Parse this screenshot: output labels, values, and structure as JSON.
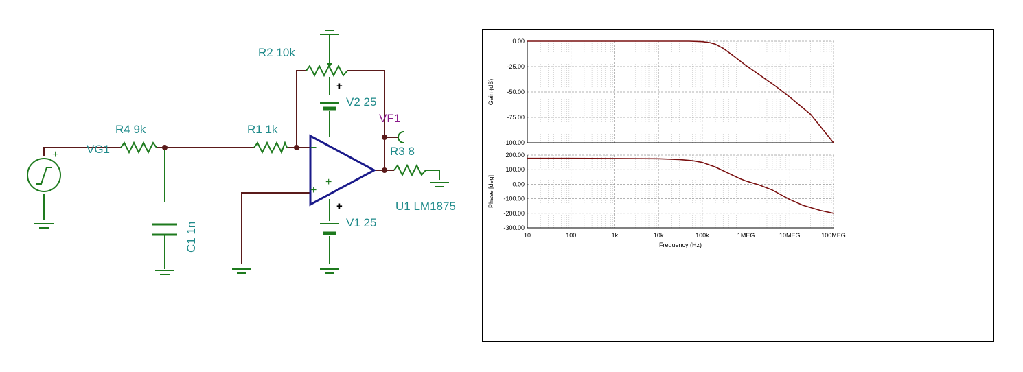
{
  "schematic": {
    "labels": {
      "r4": "R4 9k",
      "vg1": "VG1",
      "r1": "R1 1k",
      "r2": "R2 10k",
      "v2": "V2 25",
      "vf1": "VF1",
      "r3": "R3 8",
      "u1": "U1 LM1875",
      "v1": "V1 25",
      "c1": "C1 1n"
    },
    "colors": {
      "wire": "#5a1a1a",
      "component": "#1e7a1e",
      "label": "#1f8a8a",
      "probe": "#8a1a8a",
      "opamp": "#1a1a8a"
    }
  },
  "chart_data": [
    {
      "type": "line",
      "ylabel": "Gain (dB)",
      "x_scale": "log",
      "xlim": [
        10,
        100000000
      ],
      "ylim": [
        -100,
        0
      ],
      "y_ticks": [
        "0.00",
        "-25.00",
        "-50.00",
        "-75.00",
        "-100.00"
      ],
      "grid": true,
      "series": [
        {
          "color": "#7a1010",
          "x": [
            10,
            100,
            1000,
            10000,
            50000,
            100000,
            150000,
            200000,
            300000,
            500000,
            1000000,
            2000000,
            5000000,
            10000000,
            30000000,
            100000000
          ],
          "y": [
            0,
            0,
            0,
            0,
            0,
            -0.5,
            -1.5,
            -3,
            -7,
            -14,
            -24,
            -33,
            -45,
            -55,
            -72,
            -100
          ]
        }
      ]
    },
    {
      "type": "line",
      "ylabel": "Phase [deg]",
      "xlabel": "Frequency (Hz)",
      "x_scale": "log",
      "xlim": [
        10,
        100000000
      ],
      "ylim": [
        -300,
        200
      ],
      "y_ticks": [
        "200.00",
        "100.00",
        "0.00",
        "-100.00",
        "-200.00",
        "-300.00"
      ],
      "x_ticks": [
        "10",
        "100",
        "1k",
        "10k",
        "100k",
        "1MEG",
        "10MEG",
        "100MEG"
      ],
      "grid": true,
      "series": [
        {
          "color": "#7a1010",
          "x": [
            10,
            100,
            1000,
            10000,
            30000,
            60000,
            100000,
            200000,
            400000,
            700000,
            1000000,
            2000000,
            4000000,
            7000000,
            10000000,
            20000000,
            50000000,
            100000000
          ],
          "y": [
            178,
            178,
            177,
            175,
            170,
            162,
            150,
            118,
            75,
            40,
            22,
            -5,
            -40,
            -80,
            -105,
            -145,
            -180,
            -200
          ]
        }
      ]
    }
  ]
}
